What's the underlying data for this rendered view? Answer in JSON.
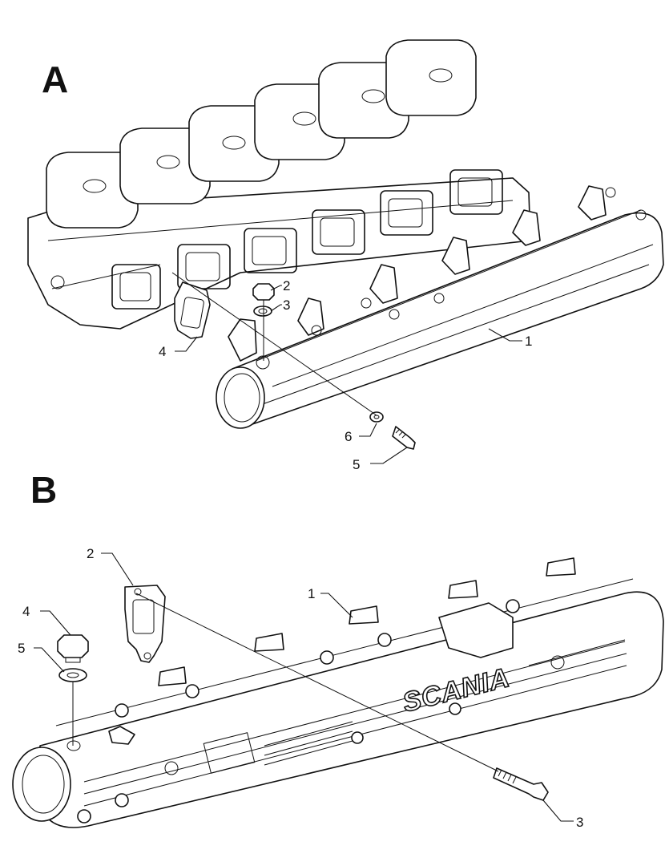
{
  "sections": [
    {
      "letter": "A",
      "callouts": [
        "1",
        "2",
        "3",
        "4",
        "5",
        "6"
      ]
    },
    {
      "letter": "B",
      "callouts": [
        "1",
        "2",
        "3",
        "4",
        "5"
      ],
      "manifold_logo": "SCANIA"
    }
  ]
}
